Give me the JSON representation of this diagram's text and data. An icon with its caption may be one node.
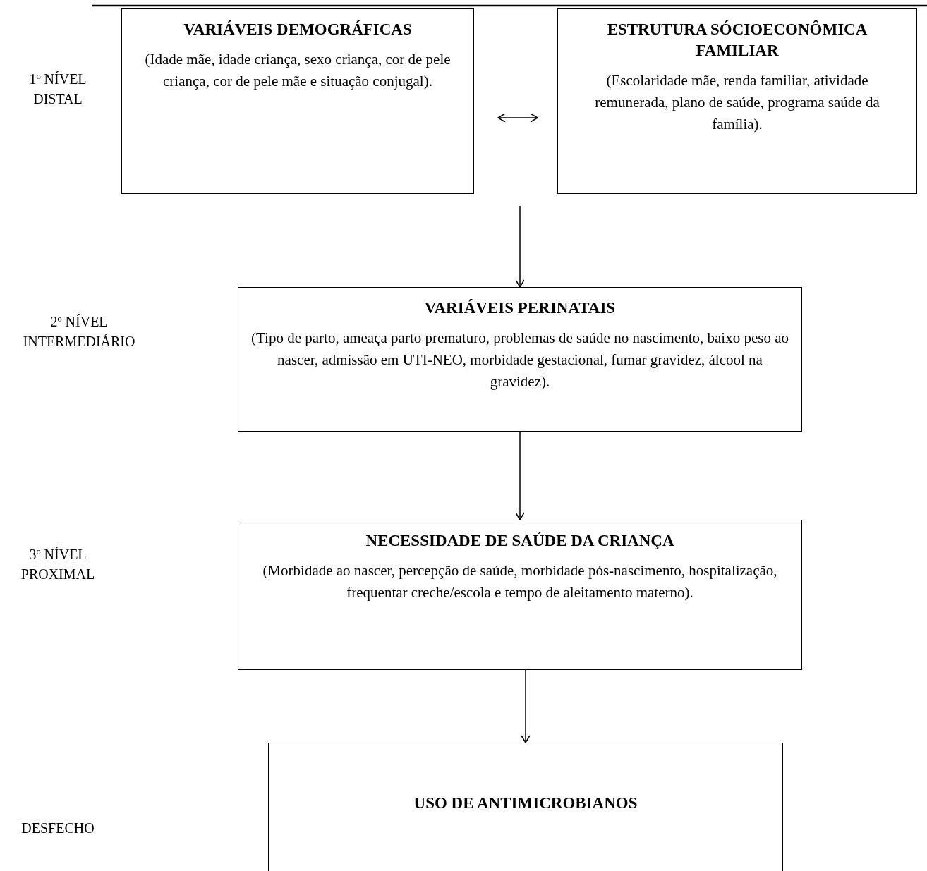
{
  "diagram": {
    "nodes": [
      {
        "text": [
          "VARIÁVEIS DEMOGRÁFICAS",
          "(Idade mãe, idade criança, sexo criança, cor de pele criança, cor de pele mãe e situação conjugal)."
        ]
      },
      {
        "text": [
          "ESTRUTURA SÓCIOECONÔMICA FAMILIAR",
          "(Escolaridade mãe, renda familiar, atividade remunerada, plano de saúde, programa saúde da família)."
        ]
      },
      {
        "text": [
          "VARIÁVEIS PERINATAIS",
          "(Tipo de parto, ameaça parto prematuro, problemas de saúde no nascimento, baixo peso ao nascer, admissão em UTI-NEO, morbidade gestacional, fumar gravidez, álcool na gravidez)."
        ]
      },
      {
        "text": [
          "NECESSIDADE DE SAÚDE DA CRIANÇA",
          "(Morbidade ao nascer, percepção de saúde, morbidade pós-nascimento, hospitalização, frequentar creche/escola e tempo de aleitamento materno)."
        ]
      },
      {
        "text": [
          "USO DE ANTIMICROBIANOS"
        ]
      }
    ],
    "edges": [
      {
        "from": 0,
        "to": 1,
        "arrow": "both"
      },
      {
        "from": null,
        "to": 2,
        "arrow": "to"
      },
      {
        "from": 2,
        "to": 3,
        "arrow": "to"
      },
      {
        "from": 3,
        "to": 4,
        "arrow": "to"
      }
    ],
    "labels": [
      "1º NÍVEL DISTAL",
      "2º NÍVEL INTERMEDIÁRIO",
      "3º NÍVEL PROXIMAL",
      "DESFECHO"
    ]
  }
}
